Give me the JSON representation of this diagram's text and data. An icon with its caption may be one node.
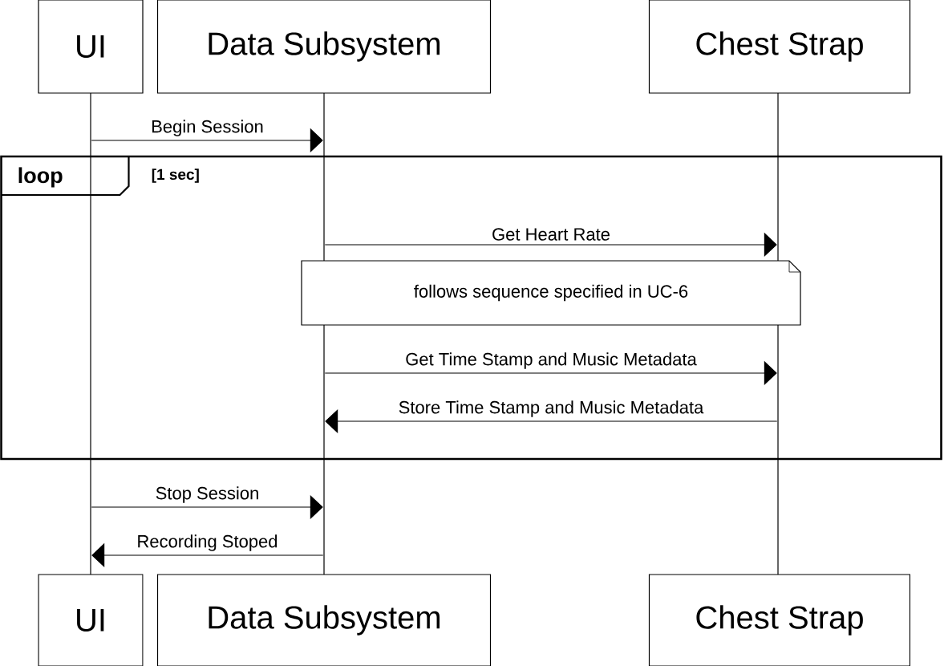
{
  "diagram": {
    "nodes": [
      {
        "text": [
          "UI"
        ]
      },
      {
        "text": [
          "Data Subsystem"
        ]
      },
      {
        "text": [
          "Chest Strap"
        ]
      },
      {
        "text": [],
        "shape": "bar"
      },
      {
        "text": [],
        "shape": "bar"
      },
      {
        "text": [],
        "shape": "bar"
      },
      {
        "text": [
          "loop",
          "[1 sec]"
        ]
      },
      {
        "text": [
          "follows sequence specified in UC-6"
        ],
        "in": 6
      },
      {
        "text": [
          "UI"
        ]
      },
      {
        "text": [
          "Data Subsystem"
        ]
      },
      {
        "text": [
          "Chest Strap"
        ]
      }
    ],
    "edges": [
      {
        "from": 3,
        "to": 4,
        "arrow": "to",
        "label": "Begin Session"
      },
      {
        "from": 4,
        "to": 5,
        "arrow": "to",
        "label": "Get Heart Rate"
      },
      {
        "from": 4,
        "to": 5,
        "arrow": "to",
        "label": "Get Time Stamp and Music Metadata"
      },
      {
        "from": 5,
        "to": 4,
        "arrow": "to",
        "label": "Store Time Stamp and Music Metadata"
      },
      {
        "from": 3,
        "to": 4,
        "arrow": "to",
        "label": "Stop Session"
      },
      {
        "from": 4,
        "to": 3,
        "arrow": "to",
        "label": "Recording Stoped"
      }
    ]
  }
}
